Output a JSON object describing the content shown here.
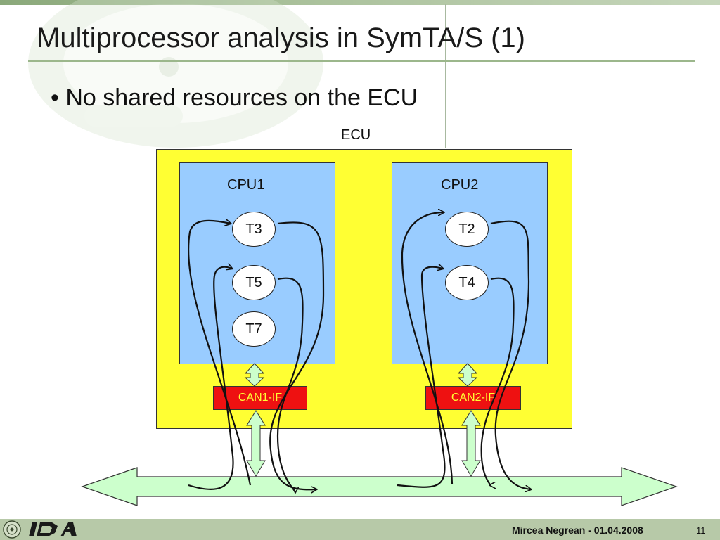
{
  "slide": {
    "title": "Multiprocessor analysis in SymTA/S (1)",
    "bullet": "• No shared resources on the ECU"
  },
  "diagram": {
    "ecu_label": "ECU",
    "cpu1": {
      "label": "CPU1",
      "tasks": [
        "T3",
        "T5",
        "T7"
      ],
      "interface": "CAN1-IF"
    },
    "cpu2": {
      "label": "CPU2",
      "tasks": [
        "T2",
        "T4"
      ],
      "interface": "CAN2-IF"
    },
    "colors": {
      "ecu": "#ffff33",
      "cpu": "#99ccff",
      "can_if": "#ee1111",
      "bus": "#ccffcc"
    }
  },
  "footer": {
    "logo": "IDA",
    "author_date": "Mircea Negrean - 01.04.2008",
    "page": "11"
  }
}
